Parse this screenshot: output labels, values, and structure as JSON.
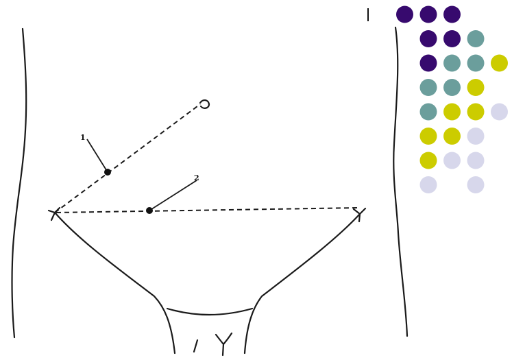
{
  "labels": {
    "point_1": "1",
    "point_2": "2"
  },
  "dot_colors": {
    "purple": "#370a6e",
    "teal": "#6b9e9c",
    "yellow": "#cccc00",
    "lavender": "#d7d7eb"
  },
  "dot_grid": [
    [
      "purple",
      "purple",
      "purple",
      null
    ],
    [
      "purple",
      "purple",
      "teal",
      null
    ],
    [
      "purple",
      "teal",
      "teal",
      "yellow"
    ],
    [
      "teal",
      "teal",
      "yellow",
      null
    ],
    [
      "teal",
      "yellow",
      "yellow",
      "lavender"
    ],
    [
      "yellow",
      "yellow",
      "lavender",
      null
    ],
    [
      "yellow",
      "lavender",
      "lavender",
      null
    ],
    [
      "lavender",
      null,
      "lavender",
      null
    ]
  ]
}
